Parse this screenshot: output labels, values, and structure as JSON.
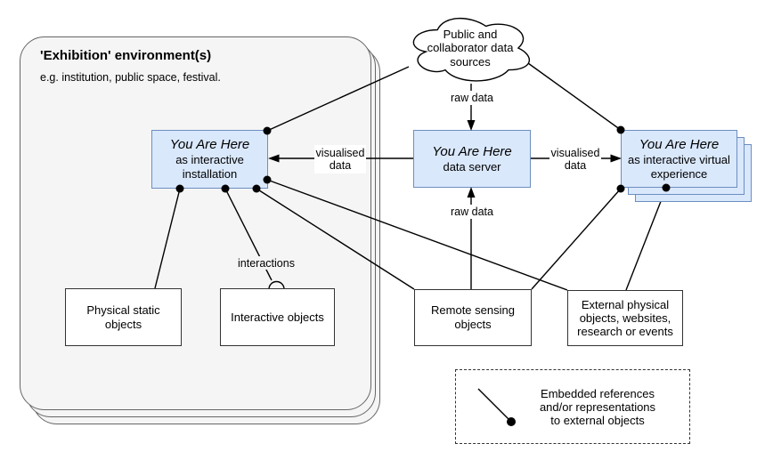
{
  "nodes": {
    "exhibition": {
      "title": "'Exhibition' environment(s)",
      "subtitle": "e.g. institution, public space, festival."
    },
    "cloud": {
      "label": "Public and\ncollaborator data\nsources"
    },
    "installation": {
      "title": "You Are Here",
      "subtitle": "as interactive\ninstallation"
    },
    "server": {
      "title": "You Are Here",
      "subtitle": "data server"
    },
    "virtual": {
      "title": "You Are Here",
      "subtitle": "as interactive virtual\nexperience"
    },
    "physical_static": {
      "label": "Physical static\nobjects"
    },
    "interactive_objects": {
      "label": "Interactive objects"
    },
    "remote_sensing": {
      "label": "Remote sensing\nobjects"
    },
    "external": {
      "label": "External physical\nobjects, websites,\nresearch or events"
    }
  },
  "edge_labels": {
    "raw_data_top": "raw data",
    "raw_data_bottom": "raw data",
    "visualised_left": "visualised\ndata",
    "visualised_right": "visualised\ndata",
    "interactions": "interactions"
  },
  "legend": {
    "text": "Embedded references\nand/or representations\nto external objects"
  },
  "colors": {
    "node_fill": "#dae8fc",
    "node_stroke": "#6c8ebf",
    "env_fill": "#f5f5f5",
    "env_stroke": "#666666",
    "box_stroke": "#333333",
    "line": "#000000",
    "bg": "#ffffff"
  }
}
